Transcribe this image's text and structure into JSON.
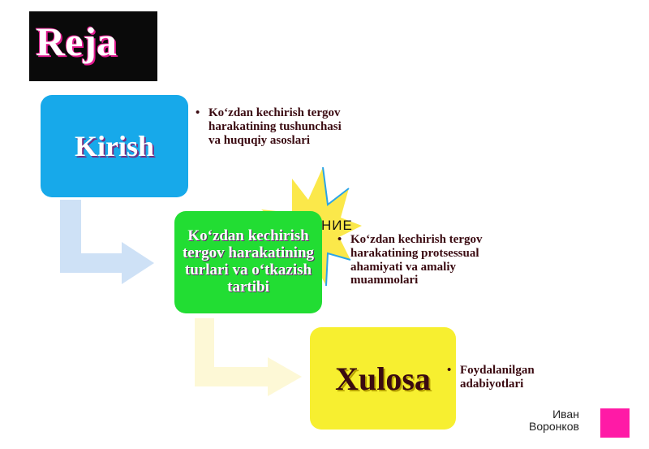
{
  "title": "Reja",
  "steps": [
    {
      "label": "Kirish"
    },
    {
      "label": "Ko‘zdan kechirish tergov harakatining turlari va o‘tkazish tartibi"
    },
    {
      "label": "Xulosa"
    }
  ],
  "bullets": [
    "Ko‘zdan kechirish tergov harakatining tushunchasi va huquqiy asoslari",
    "Ko‘zdan kechirish tergov harakatining protsessual ahamiyati va amaliy muammolari",
    "Foydalanilgan adabiyotlari"
  ],
  "star_label": "НИЕ",
  "author": {
    "line1": "Иван",
    "line2": "Воронков"
  },
  "colors": {
    "blue": "#17a9ea",
    "green": "#22dd33",
    "yellow": "#f7ef30",
    "star": "#fbe84a",
    "arrow_blue": "#c9def5",
    "logo_pink": "#ff1aa6"
  }
}
